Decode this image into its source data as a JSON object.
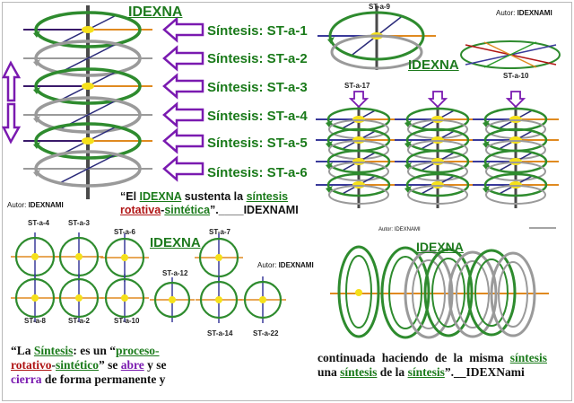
{
  "colors": {
    "green": "#2e8b2e",
    "gray": "#9a9a9a",
    "axis": "#3a3a9a",
    "orange": "#e08a20",
    "red": "#b01515",
    "purple": "#7a1ab0",
    "yellow": "#f5e01a"
  },
  "header": {
    "top_left": "IDEXNA",
    "top_right": "IDEXNA",
    "mid": "IDEXNA",
    "bottom_right": "IDEXNA"
  },
  "stack_labels": [
    "Síntesis: ST-a-1",
    "Síntesis: ST-a-2",
    "Síntesis: ST-a-3",
    "Síntesis: ST-a-4",
    "Síntesis: ST-a-5",
    "Síntesis: ST-a-6"
  ],
  "top_right": {
    "st9": "ST-a-9",
    "st10": "ST-a-10",
    "st17": "ST-a-17"
  },
  "authors": {
    "top_right": {
      "prefix": "Autor:",
      "name": "IDEXNAMI"
    },
    "left": {
      "prefix": "Autor:",
      "name": "IDEXNAMI"
    },
    "grid": {
      "prefix": "Autor:",
      "name": "IDEXNAMI"
    },
    "small": "Autor: IDEXNAMI"
  },
  "quote": {
    "q1": "“El ",
    "idexna": "IDEXNA",
    "q2": " sustenta la ",
    "sintesis": "síntesis",
    "rotativa": "rotativa",
    "q3": "-",
    "sintetica": "sintética",
    "q4": "”.____IDEXNAMI"
  },
  "small_circles": {
    "row1": [
      "ST-a-4",
      "ST-a-3",
      "ST-a-6",
      "ST-a-7"
    ],
    "row2_top": [
      "ST-a-12"
    ],
    "row3": [
      "ST-a-8",
      "ST-a-2",
      "ST-a-10",
      "ST-a-14",
      "ST-a-22"
    ]
  },
  "bottom_left": {
    "t1": "“La ",
    "sintesis": "Síntesis",
    "t2": ": es un “",
    "proceso": "proceso-",
    "rotativo": "rotativo",
    "t3": "-",
    "sintetico": "sintético",
    "t4": "” se ",
    "abre": "abre",
    "t5": " y se ",
    "cierra": "cierra",
    "t6": " de forma permanente y"
  },
  "bottom_right": {
    "t1": "continuada haciendo de la misma ",
    "s1": "síntesis",
    "t2": " una ",
    "s2": "síntesis",
    "t3": " de la ",
    "s3": "síntesis",
    "t4": "”.__IDEXNami"
  }
}
